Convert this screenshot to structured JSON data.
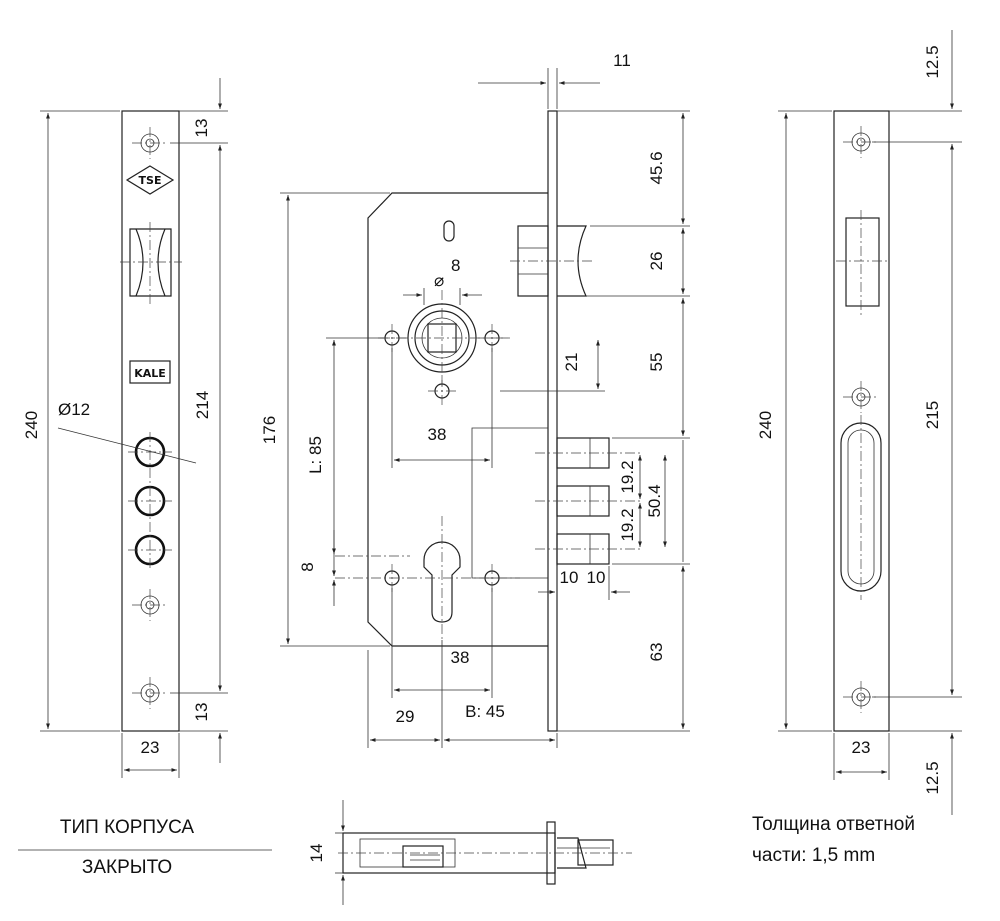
{
  "dimensions": {
    "faceplate_height": "240",
    "faceplate_hole_spacing": "214",
    "faceplate_top_offset": "13",
    "faceplate_bottom_offset": "13",
    "faceplate_width": "23",
    "bolt_hole_diameter": "Ø12",
    "case_height": "176",
    "lever_spacing": "L: 85",
    "top_offset_11": "11",
    "dim_45_6": "45.6",
    "dim_26": "26",
    "dim_55": "55",
    "dim_21": "21",
    "spindle_square": "8",
    "spindle_square_symbol": "⌀",
    "hole_spacing_top": "38",
    "hole_spacing_bottom": "38",
    "bolt_pitch_a": "19.2",
    "bolt_pitch_b": "19.2",
    "bolt_span": "50.4",
    "bolt_projection_a": "10",
    "bolt_projection_b": "10",
    "dim_63": "63",
    "cylinder_offset": "8",
    "dim_29": "29",
    "backset": "B: 45",
    "strike_height": "240",
    "strike_hole_spacing": "215",
    "strike_top_offset": "12.5",
    "strike_bottom_offset": "12.5",
    "strike_width": "23",
    "side_thickness": "14"
  },
  "labels": {
    "case_type_line1": "ТИП КОРПУСА",
    "case_type_line2": "ЗАКРЫТО",
    "strike_note_line1": "Толщина ответной",
    "strike_note_line2": "части: 1,5 mm",
    "logo_tse": "TSE",
    "logo_kale": "KALE"
  }
}
